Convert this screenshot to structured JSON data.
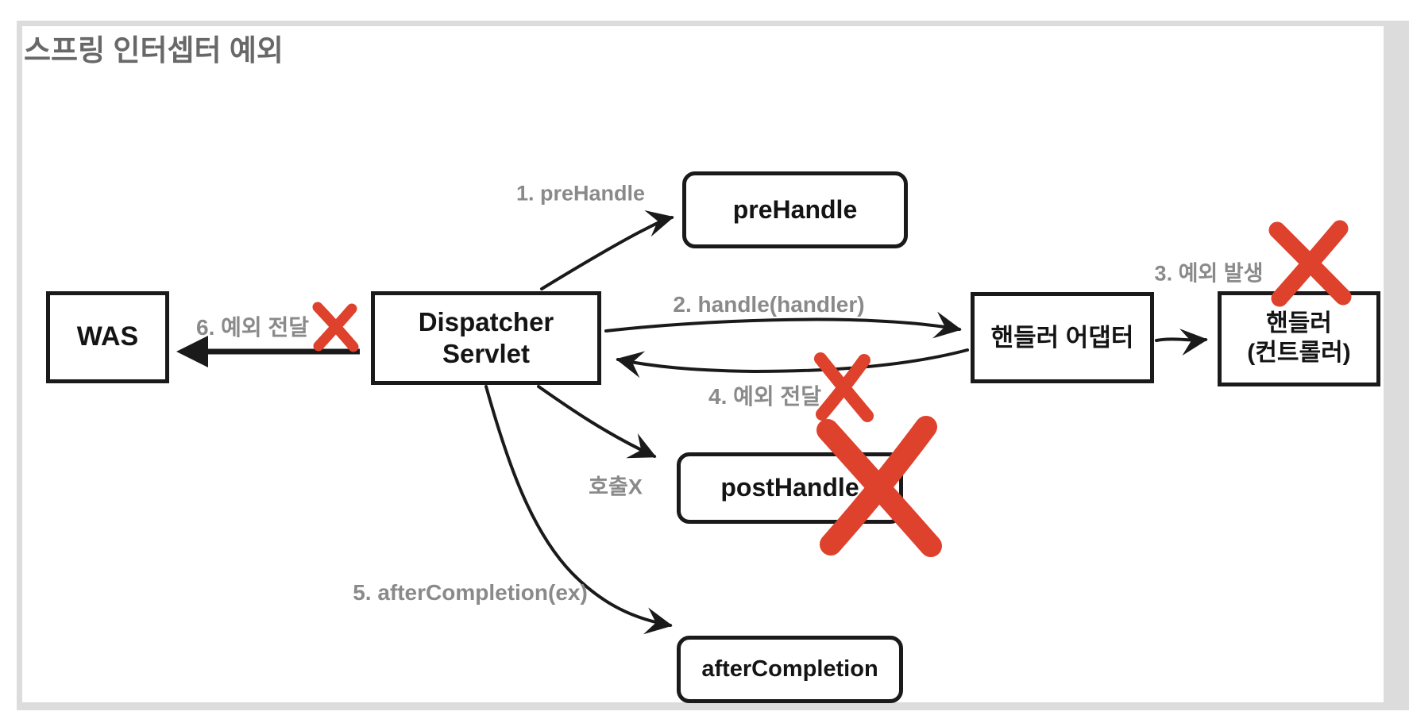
{
  "title": "스프링 인터셉터 예외",
  "nodes": {
    "was": "WAS",
    "dispatcher_line1": "Dispatcher",
    "dispatcher_line2": "Servlet",
    "prehandle": "preHandle",
    "handler_adapter": "핸들러 어댑터",
    "handler_line1": "핸들러",
    "handler_line2": "(컨트롤러)",
    "posthandle": "postHandle",
    "aftercompletion": "afterCompletion"
  },
  "edge_labels": {
    "step1": "1. preHandle",
    "step2": "2. handle(handler)",
    "step3": "3. 예외 발생",
    "step4": "4. 예외 전달",
    "step5": "5. afterCompletion(ex)",
    "step6": "6. 예외 전달",
    "no_call": "호출X"
  },
  "colors": {
    "x_red": "#de412c",
    "arrow_black": "#1a1a1a",
    "label_gray": "#8a8a8a",
    "title_gray": "#686868",
    "frame_gray": "#dcdcdc",
    "box_border": "#1a1a1a",
    "box_text": "#141414",
    "background": "#ffffff"
  }
}
